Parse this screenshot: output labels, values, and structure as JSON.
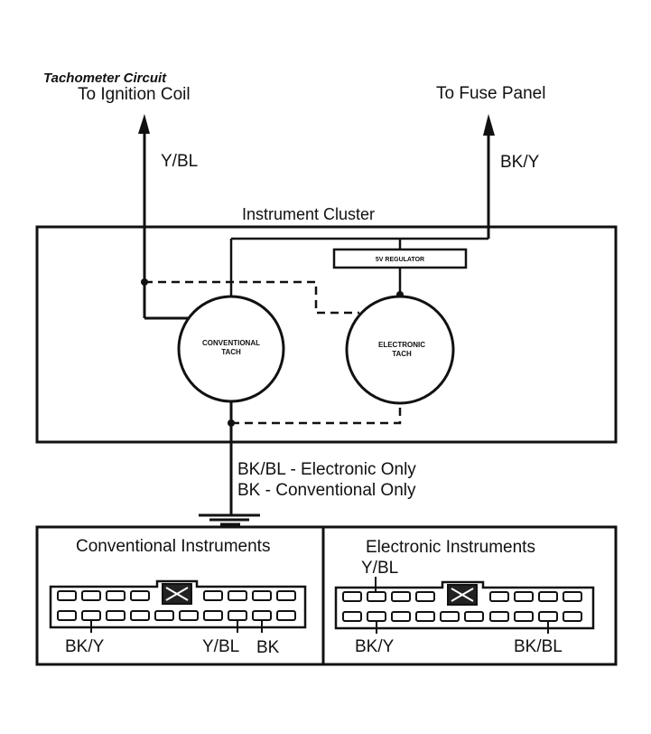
{
  "texts": {
    "circuit_title": "Tachometer Circuit",
    "to_ignition": "To Ignition Coil",
    "to_fuse": "To Fuse Panel",
    "wire_ybl": "Y/BL",
    "wire_bky": "BK/Y",
    "cluster": "Instrument Cluster",
    "regulator": "5V REGULATOR",
    "conv_tach_l1": "CONVENTIONAL",
    "conv_tach_l2": "TACH",
    "elec_tach_l1": "ELECTRONIC",
    "elec_tach_l2": "TACH",
    "ground_l1": "BK/BL  -  Electronic Only",
    "ground_l2": "BK  -  Conventional Only",
    "conv_instruments": "Conventional Instruments",
    "elec_instruments": "Electronic Instruments",
    "conv_bky": "BK/Y",
    "conv_ybl": "Y/BL",
    "conv_bk": "BK",
    "elec_ybl": "Y/BL",
    "elec_bky": "BK/Y",
    "elec_bkbl": "BK/BL"
  }
}
